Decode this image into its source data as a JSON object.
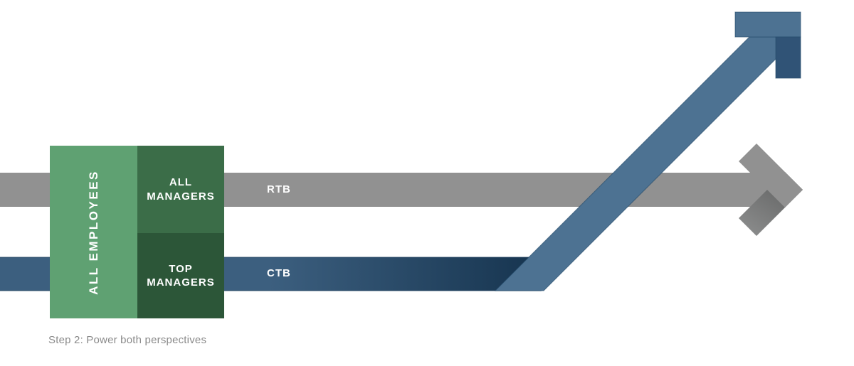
{
  "diagram": {
    "caption": "Step 2: Power both perspectives",
    "box": {
      "all_employees_label": "ALL EMPLOYEES",
      "all_managers_label": "ALL\nMANAGERS",
      "top_managers_label": "TOP\nMANAGERS"
    },
    "arrows": {
      "rtb_label": "RTB",
      "ctb_label": "CTB"
    }
  },
  "colors": {
    "background": "#ffffff",
    "light_green": "#5fa172",
    "medium_green": "#3b6d48",
    "dark_green": "#2c5638",
    "rtb_band_gray": "#919191",
    "rtb_barb_shadow_dark": "#5f6060",
    "rtb_barb_shadow_light": "#8a8b8b",
    "ctb_band_blue": "#3c5f7f",
    "ctb_band_dark_blue": "#16344f",
    "ctb_shaft_blue": "#4d7292",
    "ctb_head_dark_blue": "#305376",
    "label_text": "#ffffff",
    "caption_text": "#8a8a8a"
  }
}
